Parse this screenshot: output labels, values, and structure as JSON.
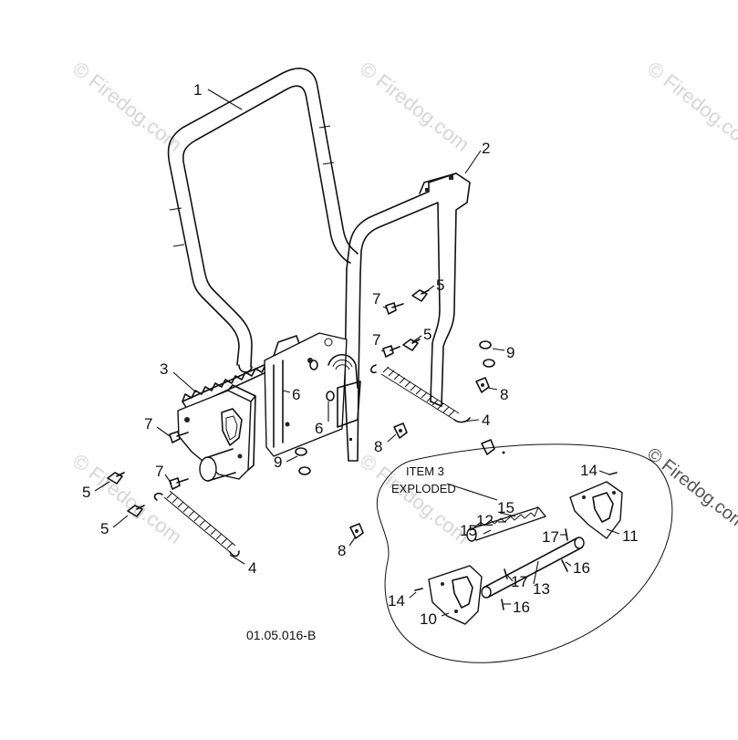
{
  "watermark": {
    "text": "© Firedog.com",
    "color": "#d6d6d6"
  },
  "exploded_label": {
    "line1": "ITEM 3",
    "line2": "EXPLODED"
  },
  "drawing_number": "01.05.016-B",
  "callouts": [
    {
      "id": "c1",
      "label": "1"
    },
    {
      "id": "c2",
      "label": "2"
    },
    {
      "id": "c3",
      "label": "3"
    },
    {
      "id": "c4a",
      "label": "4"
    },
    {
      "id": "c4b",
      "label": "4"
    },
    {
      "id": "c5a",
      "label": "5"
    },
    {
      "id": "c5b",
      "label": "5"
    },
    {
      "id": "c5c",
      "label": "5"
    },
    {
      "id": "c5d",
      "label": "5"
    },
    {
      "id": "c6a",
      "label": "6"
    },
    {
      "id": "c6b",
      "label": "6"
    },
    {
      "id": "c7a",
      "label": "7"
    },
    {
      "id": "c7b",
      "label": "7"
    },
    {
      "id": "c7c",
      "label": "7"
    },
    {
      "id": "c7d",
      "label": "7"
    },
    {
      "id": "c8a",
      "label": "8"
    },
    {
      "id": "c8b",
      "label": "8"
    },
    {
      "id": "c8c",
      "label": "8"
    },
    {
      "id": "c9a",
      "label": "9"
    },
    {
      "id": "c9b",
      "label": "9"
    },
    {
      "id": "c10",
      "label": "10"
    },
    {
      "id": "c11",
      "label": "11"
    },
    {
      "id": "c12",
      "label": "12"
    },
    {
      "id": "c13",
      "label": "13"
    },
    {
      "id": "c14a",
      "label": "14"
    },
    {
      "id": "c14b",
      "label": "14"
    },
    {
      "id": "c15a",
      "label": "15"
    },
    {
      "id": "c15b",
      "label": "15"
    },
    {
      "id": "c16a",
      "label": "16"
    },
    {
      "id": "c16b",
      "label": "16"
    },
    {
      "id": "c17a",
      "label": "17"
    },
    {
      "id": "c17b",
      "label": "17"
    }
  ]
}
